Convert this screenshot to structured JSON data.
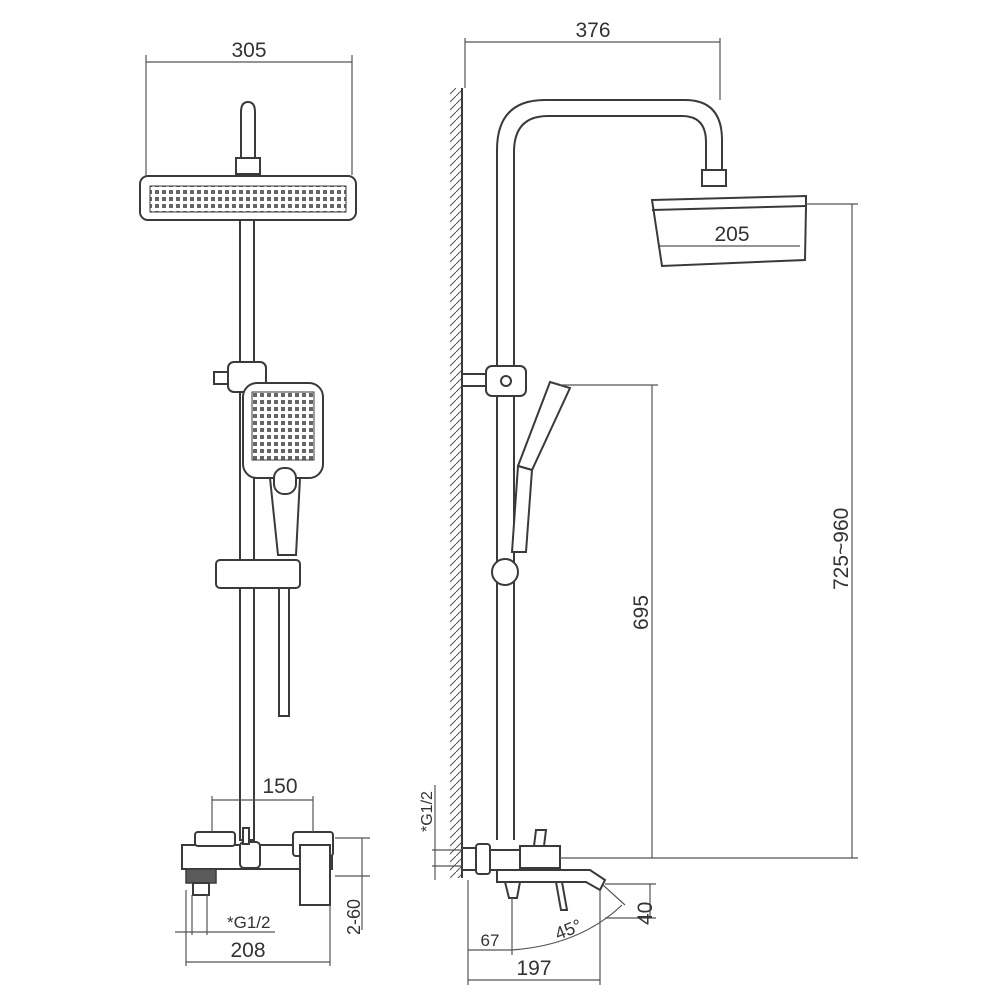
{
  "front_view": {
    "head_width": "305",
    "mixer_centers": "150",
    "mixer_width": "208",
    "inlet_thread": "*G1/2",
    "mixer_height": "2-60"
  },
  "side_view": {
    "arm_reach": "376",
    "head_depth": "205",
    "head_height_range": "725~960",
    "hand_shower_height": "695",
    "inlet_thread": "*G1/2",
    "spout_drop": "40",
    "spout_offset": "67",
    "spout_reach": "197",
    "spout_angle": "45°"
  }
}
